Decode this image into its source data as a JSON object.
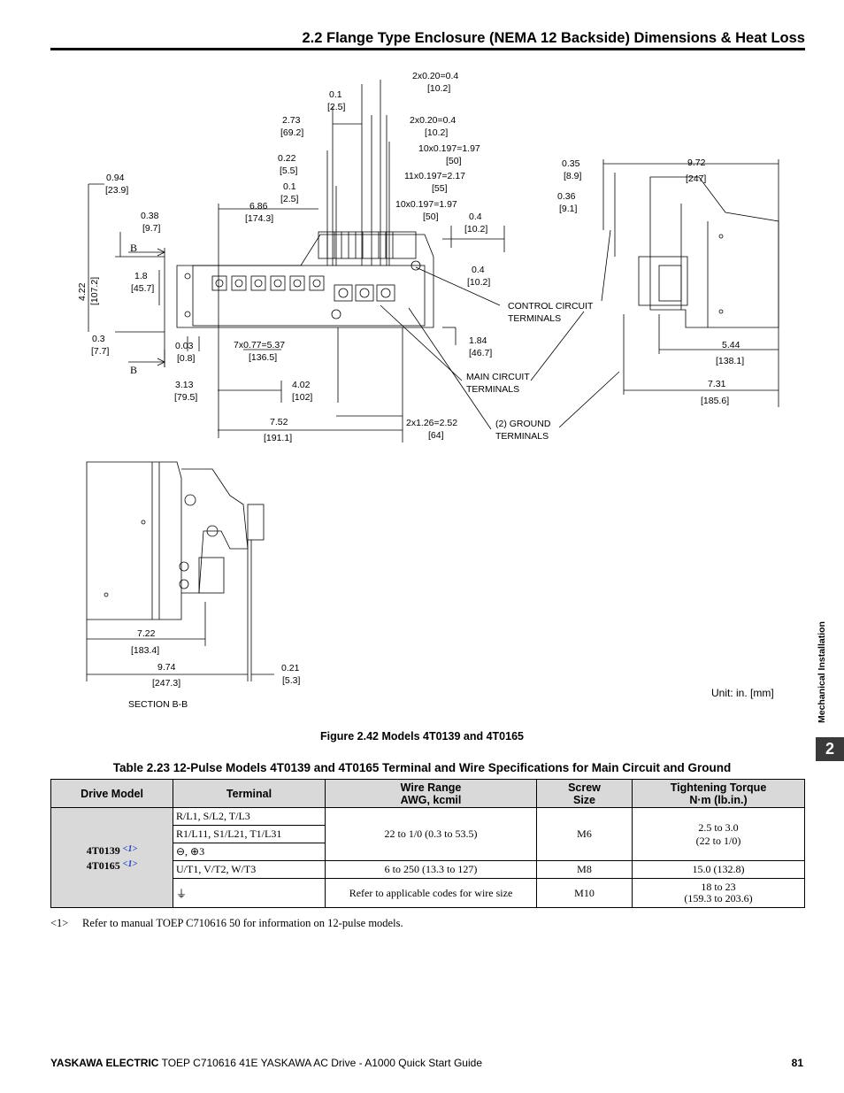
{
  "header": {
    "section_title": "2.2 Flange Type Enclosure (NEMA 12 Backside) Dimensions & Heat Loss"
  },
  "figure": {
    "caption": "Figure 2.42  Models 4T0139 and 4T0165",
    "unit_note": "Unit: in. [mm]",
    "front_view": {
      "dim_2x020_top": "2x0.20=0.4",
      "dim_2x020_top_mm": "[10.2]",
      "dim_01_top": "0.1",
      "dim_01_top_mm": "[2.5]",
      "dim_273": "2.73",
      "dim_273_mm": "[69.2]",
      "dim_2x020_b": "2x0.20=0.4",
      "dim_2x020_b_mm": "[10.2]",
      "dim_10x197_a": "10x0.197=1.97",
      "dim_10x197_a_mm": "[50]",
      "dim_022": "0.22",
      "dim_022_mm": "[5.5]",
      "dim_01_b": "0.1",
      "dim_01_b_mm": "[2.5]",
      "dim_11x197": "11x0.197=2.17",
      "dim_11x197_mm": "[55]",
      "dim_10x197_b": "10x0.197=1.97",
      "dim_10x197_b_mm": "[50]",
      "dim_094": "0.94",
      "dim_094_mm": "[23.9]",
      "dim_686": "6.86",
      "dim_686_mm": "[174.3]",
      "dim_038": "0.38",
      "dim_038_mm": "[9.7]",
      "dim_04_a": "0.4",
      "dim_04_a_mm": "[10.2]",
      "section_mark_b": "B",
      "dim_422": "4.22",
      "dim_422_mm": "[107.2]",
      "dim_18": "1.8",
      "dim_18_mm": "[45.7]",
      "dim_04_b": "0.4",
      "dim_04_b_mm": "[10.2]",
      "dim_03": "0.3",
      "dim_03_mm": "[7.7]",
      "dim_003": "0.03",
      "dim_003_mm": "[0.8]",
      "dim_7x077": "7x0.77=5.37",
      "dim_7x077_mm": "[136.5]",
      "dim_184": "1.84",
      "dim_184_mm": "[46.7]",
      "dim_313": "3.13",
      "dim_313_mm": "[79.5]",
      "dim_402": "4.02",
      "dim_402_mm": "[102]",
      "dim_752": "7.52",
      "dim_752_mm": "[191.1]",
      "dim_2x126": "2x1.26=2.52",
      "dim_2x126_mm": "[64]",
      "label_control_1": "CONTROL CIRCUIT",
      "label_control_2": "TERMINALS",
      "label_main_1": "MAIN CIRCUIT",
      "label_main_2": "TERMINALS",
      "label_ground_1": "(2) GROUND",
      "label_ground_2": "TERMINALS"
    },
    "side_view": {
      "dim_035": "0.35",
      "dim_035_mm": "[8.9]",
      "dim_972": "9.72",
      "dim_972_mm": "[247]",
      "dim_036": "0.36",
      "dim_036_mm": "[9.1]",
      "dim_544": "5.44",
      "dim_544_mm": "[138.1]",
      "dim_731": "7.31",
      "dim_731_mm": "[185.6]"
    },
    "section_view": {
      "dim_722": "7.22",
      "dim_722_mm": "[183.4]",
      "dim_974": "9.74",
      "dim_974_mm": "[247.3]",
      "dim_021": "0.21",
      "dim_021_mm": "[5.3]",
      "label": "SECTION B-B"
    }
  },
  "table": {
    "title": "Table 2.23  12-Pulse Models 4T0139 and 4T0165 Terminal and Wire Specifications for Main Circuit and Ground",
    "headers": {
      "drive_model": "Drive Model",
      "terminal": "Terminal",
      "wire_range_1": "Wire Range",
      "wire_range_2": "AWG, kcmil",
      "screw_1": "Screw",
      "screw_2": "Size",
      "torque_1": "Tightening Torque",
      "torque_2": "N·m (lb.in.)"
    },
    "model_1": "4T0139",
    "model_2": "4T0165",
    "note_ref": "<1>",
    "rows": [
      {
        "terminal": "R/L1, S/L2, T/L3"
      },
      {
        "terminal": "R1/L11, S1/L21, T1/L31"
      },
      {
        "terminal": "⊖, ⊕3"
      },
      {
        "terminal": "U/T1, V/T2, W/T3",
        "wire": "6 to 250 (13.3 to 127)",
        "screw": "M8",
        "torque": "15.0 (132.8)"
      },
      {
        "terminal": "⏚",
        "wire": "Refer to applicable codes for wire size",
        "screw": "M10",
        "torque_1": "18 to 23",
        "torque_2": "(159.3 to 203.6)"
      }
    ],
    "group_wire": "22 to 1/0 (0.3 to 53.5)",
    "group_screw": "M6",
    "group_torque_1": "2.5 to 3.0",
    "group_torque_2": "(22 to 1/0)"
  },
  "footnote": {
    "marker": "<1>",
    "text": "Refer to manual TOEP C710616 50 for information on 12-pulse models."
  },
  "side_tab": {
    "section_name": "Mechanical Installation",
    "chapter_number": "2"
  },
  "footer": {
    "brand": "YASKAWA ELECTRIC",
    "doc": " TOEP C710616 41E YASKAWA AC Drive - A1000 Quick Start Guide",
    "page_number": "81"
  }
}
